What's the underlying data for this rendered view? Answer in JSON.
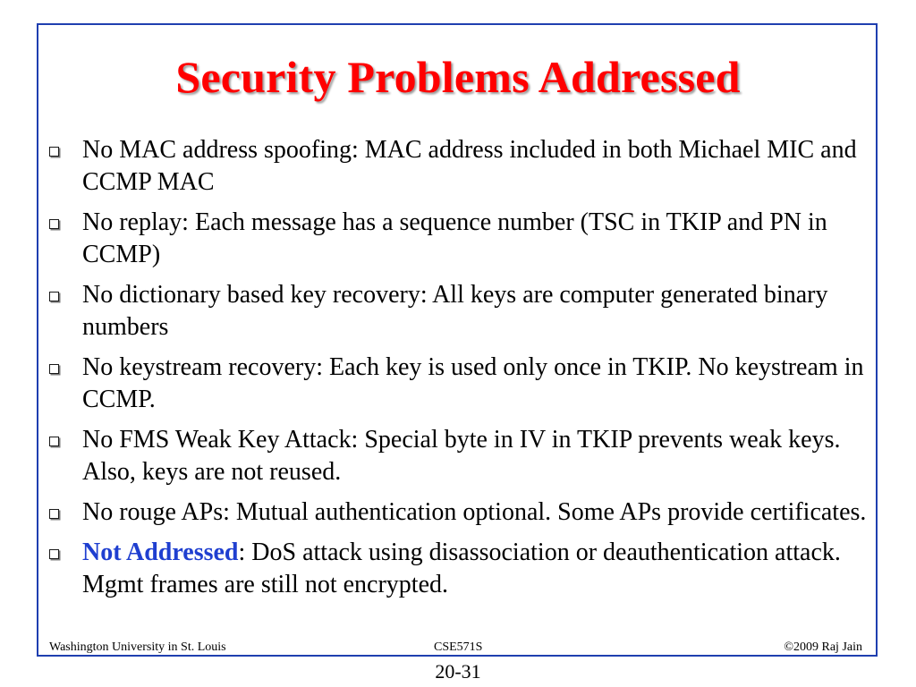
{
  "slide": {
    "title": "Security Problems Addressed",
    "bullets": [
      {
        "text": "No MAC address spoofing: MAC address included in both Michael MIC and CCMP MAC"
      },
      {
        "text": "No replay: Each message has a sequence number (TSC in TKIP and PN in CCMP)"
      },
      {
        "text": "No dictionary based key recovery: All keys are computer generated binary numbers"
      },
      {
        "text": "No keystream recovery: Each key is used only once in TKIP. No keystream in CCMP."
      },
      {
        "text": "No FMS Weak Key Attack: Special byte in IV in TKIP prevents weak keys. Also, keys are not reused."
      },
      {
        "text": "No rouge APs: Mutual authentication optional. Some APs provide certificates."
      },
      {
        "emphasis": "Not Addressed",
        "text": ": DoS attack using disassociation or deauthentication attack. Mgmt frames are still not encrypted."
      }
    ]
  },
  "footer": {
    "left": "Washington University in St. Louis",
    "center": "CSE571S",
    "right": "©2009 Raj Jain"
  },
  "page_number": "20-31",
  "colors": {
    "title": "#ff0000",
    "frame": "#1f3fb0",
    "emphasis": "#1f3fd0",
    "body_text": "#000000"
  }
}
